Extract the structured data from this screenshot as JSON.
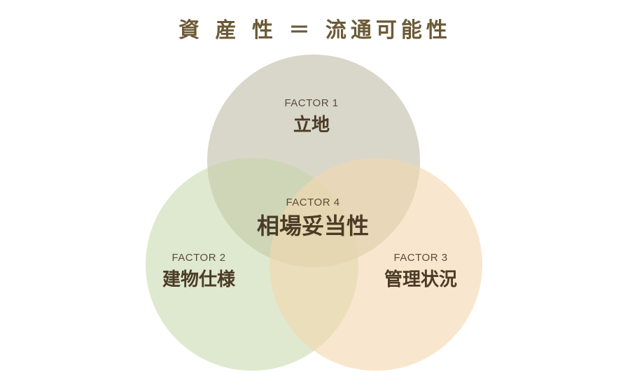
{
  "title": "資 産 性 ＝ 流通可能性",
  "circles": [
    {
      "id": "factor1",
      "factor": "FACTOR 1",
      "name": "立地",
      "color": "#b9b59e"
    },
    {
      "id": "factor2",
      "factor": "FACTOR 2",
      "name": "建物仕様",
      "color": "#c5d7a8"
    },
    {
      "id": "factor3",
      "factor": "FACTOR 3",
      "name": "管理状況",
      "color": "#f3d7ad"
    }
  ],
  "center": {
    "factor": "FACTOR 4",
    "name": "相場妥当性"
  },
  "colors": {
    "title": "#6b5a36",
    "text": "#4b3b26"
  }
}
